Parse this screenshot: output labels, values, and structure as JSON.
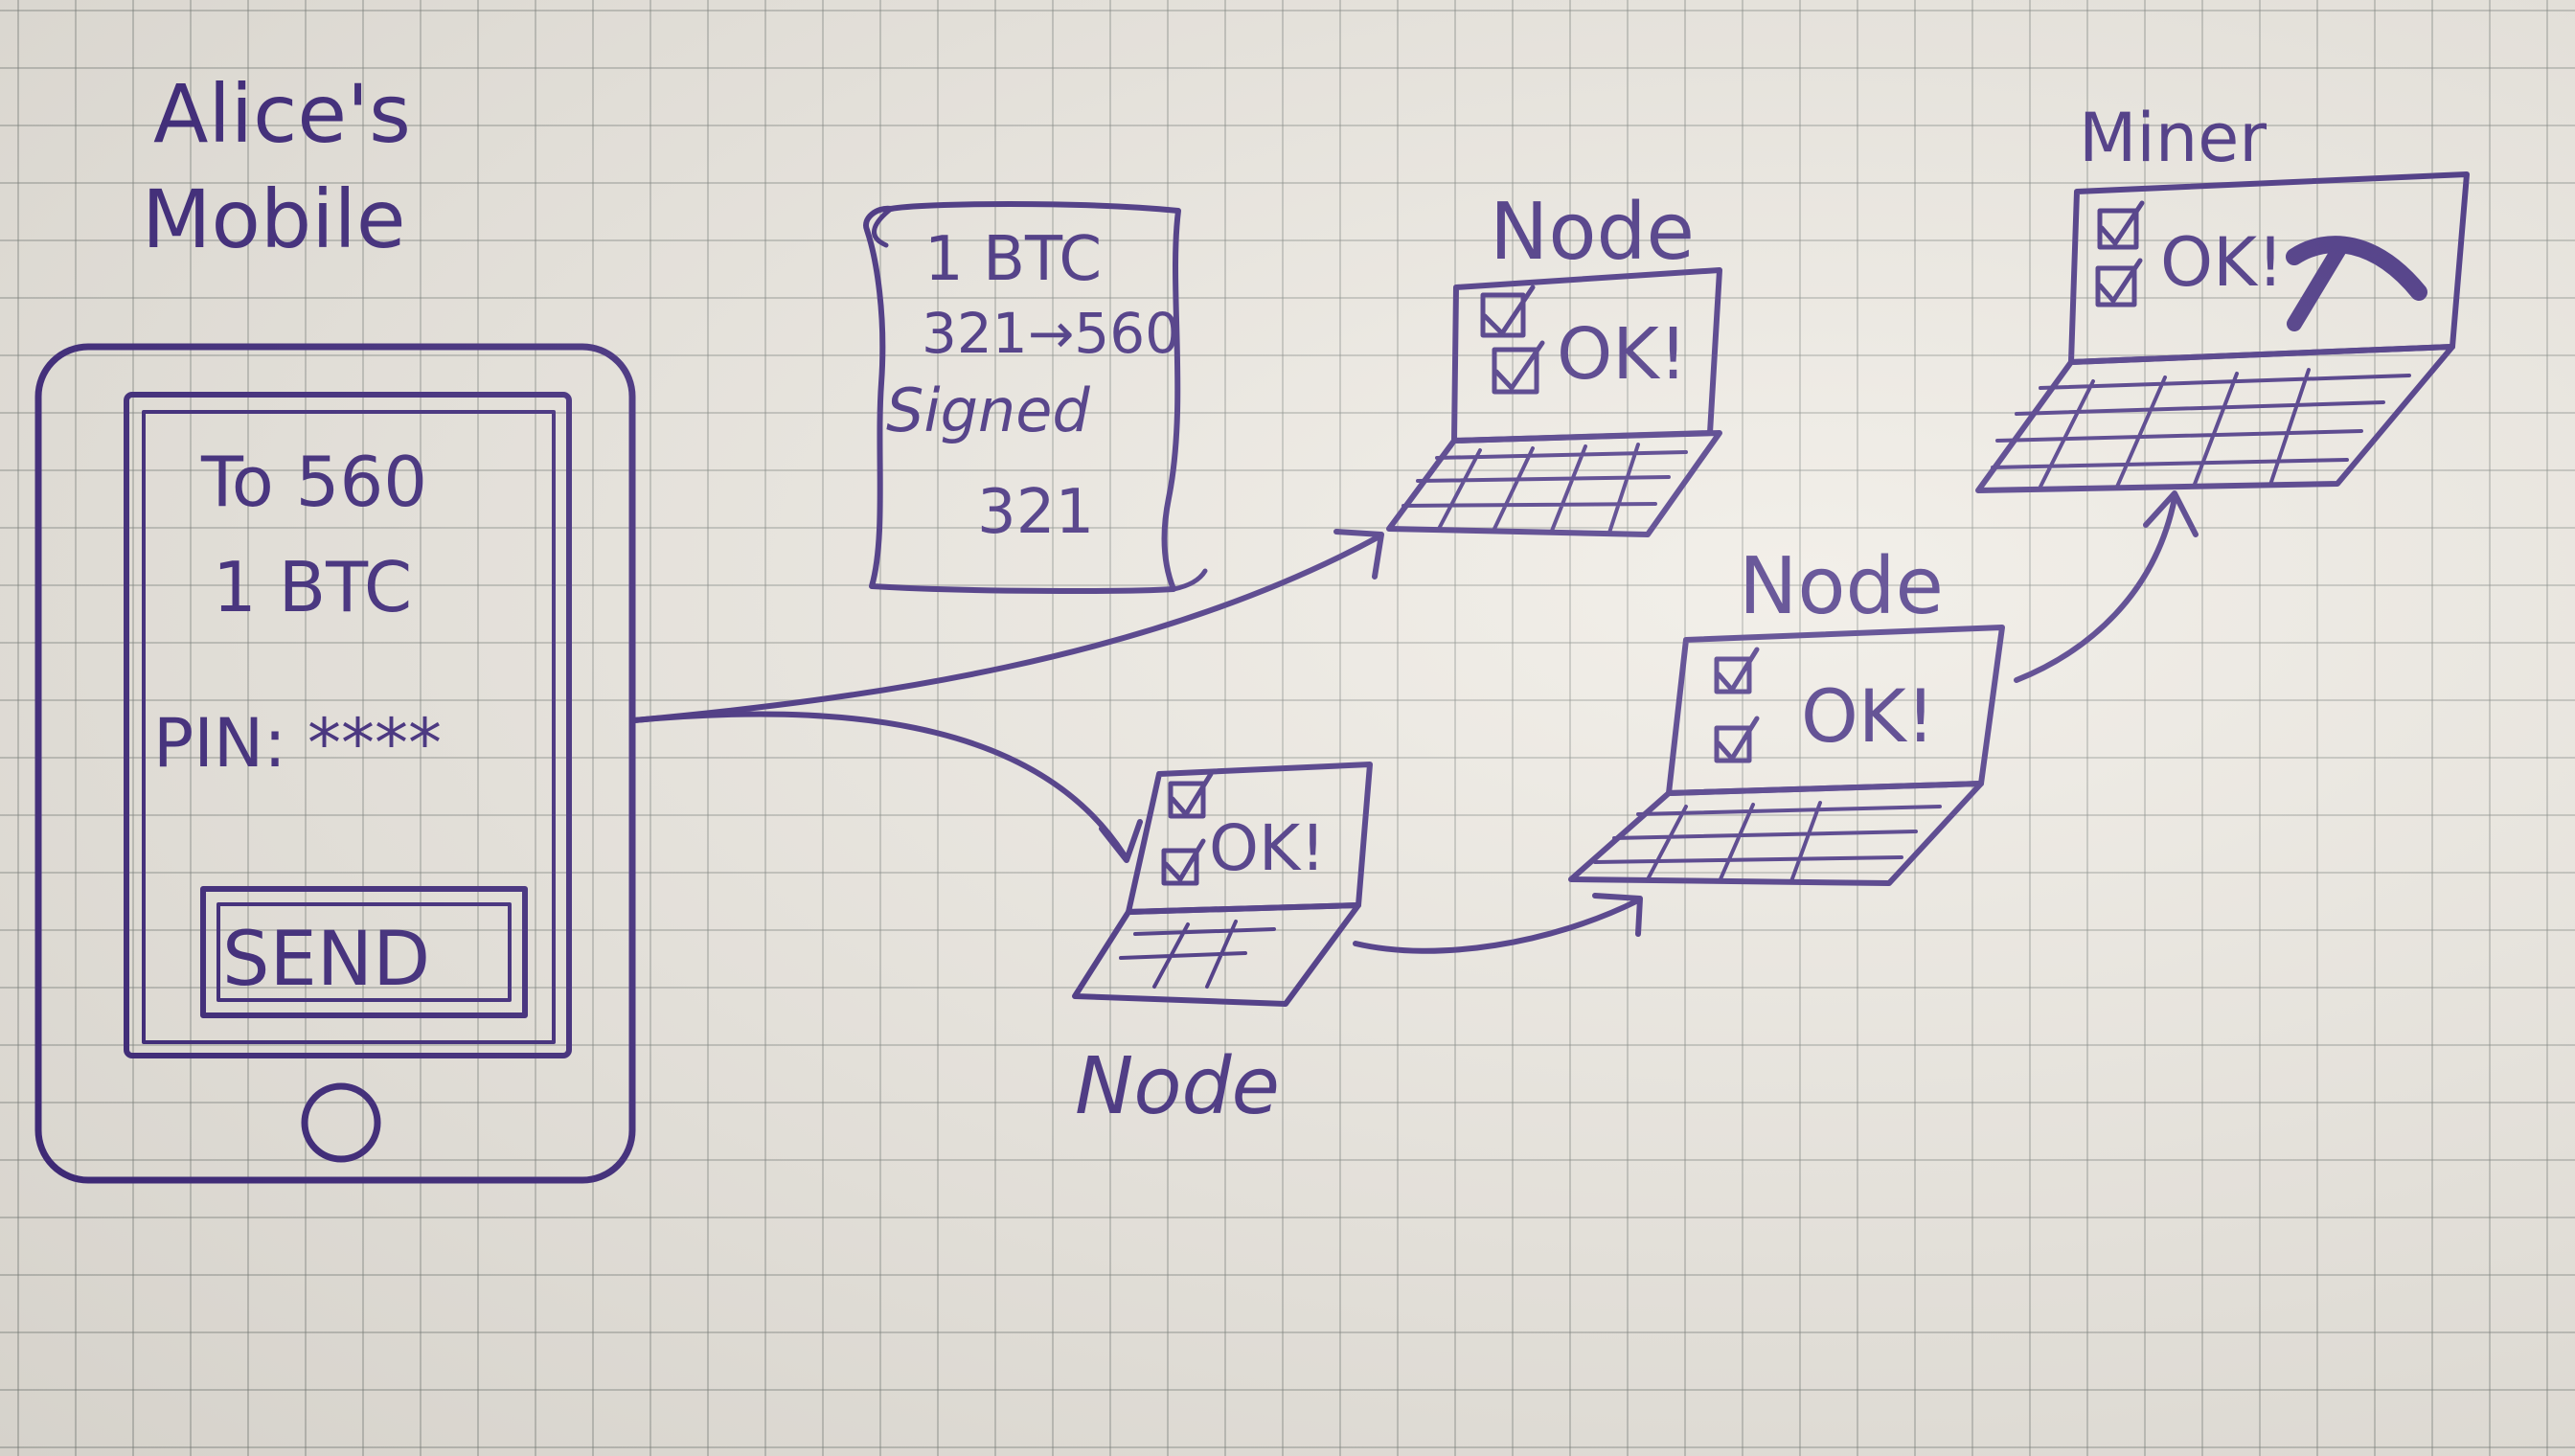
{
  "phone": {
    "title_line1": "Alice's",
    "title_line2": "Mobile",
    "screen": {
      "to_line": "To 560",
      "amount_line": "1 BTC",
      "pin_line": "PIN: ****",
      "send_button": "SEND"
    }
  },
  "transaction_note": {
    "line1": "1 BTC",
    "line2": "321→560",
    "line3": "Signed",
    "line4": "321"
  },
  "nodes": {
    "top_node_label": "Node",
    "top_node_status": "OK!",
    "lower_node_label": "Node",
    "lower_node_status": "OK!",
    "right_node_label": "Node",
    "right_node_status": "OK!"
  },
  "miner": {
    "label": "Miner",
    "status": "OK!",
    "tool": "pickaxe-icon"
  },
  "ink_color": "#3a237a",
  "paper_color": "#eeeae2"
}
